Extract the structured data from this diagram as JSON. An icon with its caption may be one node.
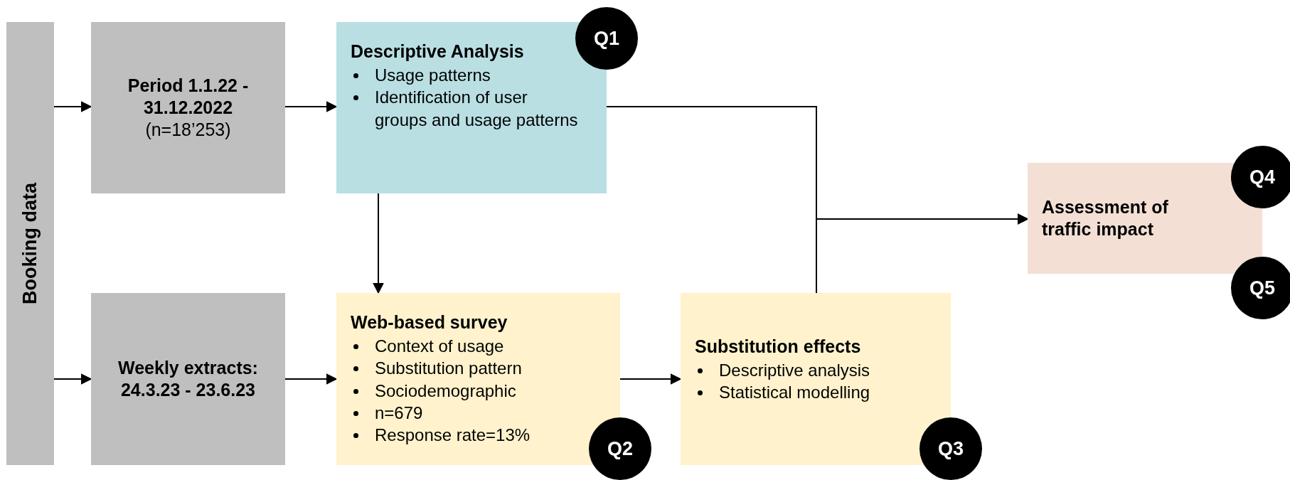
{
  "diagram": {
    "nodes": [
      {
        "text": [
          "Booking data"
        ]
      },
      {
        "text": [
          "Period 1.1.22 - 31.12.2022",
          "(n=18’253)"
        ]
      },
      {
        "text": [
          "Descriptive Analysis",
          "Usage patterns",
          "Identification of user groups and usage patterns"
        ]
      },
      {
        "text": [
          "Q1"
        ]
      },
      {
        "text": [
          "Assessment of traffic impact"
        ]
      },
      {
        "text": [
          "Q4"
        ]
      },
      {
        "text": [
          "Q5"
        ]
      },
      {
        "text": [
          "Weekly extracts: 24.3.23 - 23.6.23"
        ]
      },
      {
        "text": [
          "Web-based survey",
          "Context of usage",
          "Substitution pattern",
          "Sociodemographic",
          "n=679",
          "Response rate=13%"
        ]
      },
      {
        "text": [
          "Q2"
        ]
      },
      {
        "text": [
          "Substitution effects",
          "Descriptive analysis",
          "Statistical modelling"
        ]
      },
      {
        "text": [
          "Q3"
        ]
      }
    ],
    "edges": [
      {
        "from": 0,
        "to": 1,
        "arrow": "to"
      },
      {
        "from": 0,
        "to": 7,
        "arrow": "to"
      },
      {
        "from": 1,
        "to": 2,
        "arrow": "to"
      },
      {
        "from": 7,
        "to": 8,
        "arrow": "to"
      },
      {
        "from": 2,
        "to": 8,
        "arrow": "to"
      },
      {
        "from": 8,
        "to": 10,
        "arrow": "to"
      },
      {
        "from": 2,
        "to": 4,
        "arrow": "to"
      },
      {
        "from": 10,
        "to": 4,
        "arrow": "to"
      }
    ]
  }
}
